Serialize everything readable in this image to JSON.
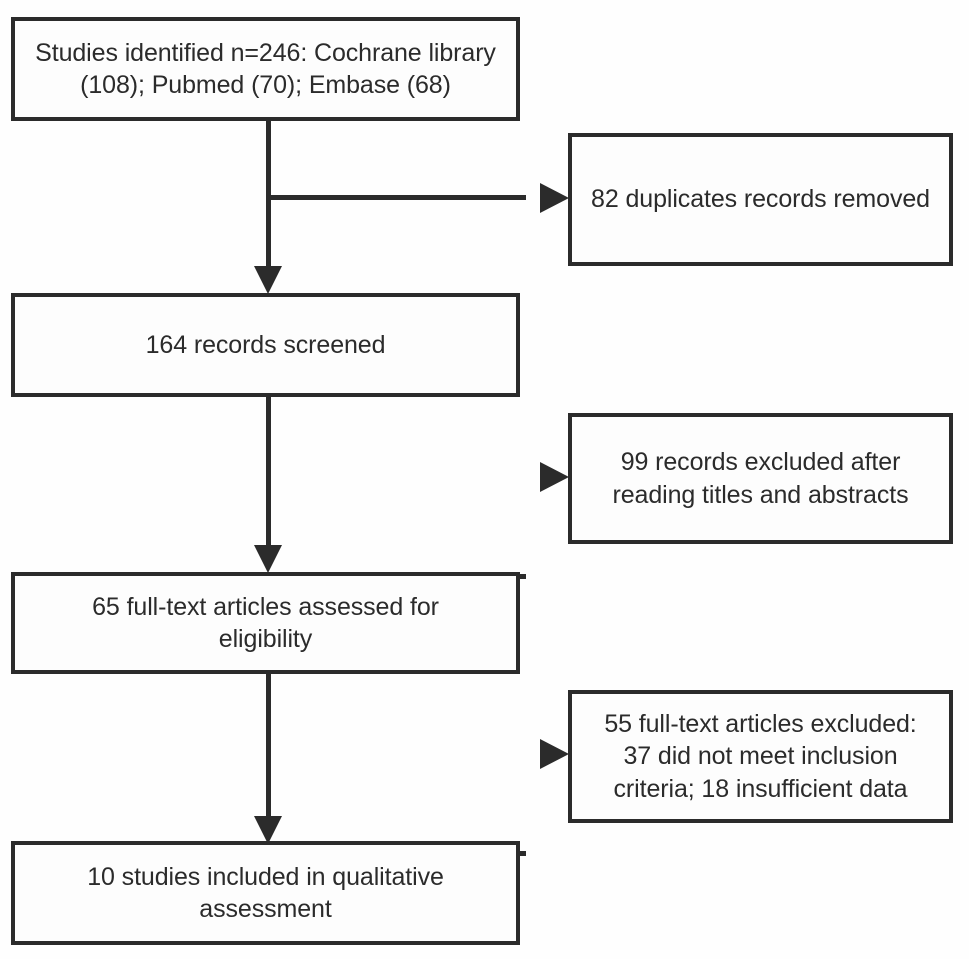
{
  "diagram": {
    "type": "prisma-flow-diagram",
    "colors": {
      "line": "#2b2b2b",
      "text": "#2b2b2b",
      "box_fill": "#fdfdfd",
      "background": "#ffffff"
    },
    "nodes": {
      "identified": {
        "label": "Studies identified n=246: Cochrane library\n(108); Pubmed (70); Embase (68)",
        "count": 246,
        "sources": [
          {
            "name": "Cochrane library",
            "count": 108
          },
          {
            "name": "Pubmed",
            "count": 70
          },
          {
            "name": "Embase",
            "count": 68
          }
        ]
      },
      "duplicates": {
        "label": "82 duplicates records removed",
        "count": 82
      },
      "screened": {
        "label": "164 records screened",
        "count": 164
      },
      "excluded_titles_abstracts": {
        "label": "99 records excluded after\nreading titles and abstracts",
        "count": 99
      },
      "fulltext_assessed": {
        "label": "65 full-text articles assessed for\neligibility",
        "count": 65
      },
      "excluded_fulltext": {
        "label": "55 full-text articles excluded:\n37 did not meet inclusion\ncriteria; 18 insufficient data",
        "count": 55,
        "reasons": [
          {
            "name": "did not meet inclusion criteria",
            "count": 37
          },
          {
            "name": "insufficient data",
            "count": 18
          }
        ]
      },
      "included": {
        "label": "10 studies included in qualitative\nassessment",
        "count": 10
      }
    },
    "connectors": [
      {
        "name": "identified-to-screened",
        "direction": "down"
      },
      {
        "name": "identified-to-duplicates",
        "direction": "right"
      },
      {
        "name": "screened-to-fulltext",
        "direction": "down"
      },
      {
        "name": "screened-to-excluded-titles-abstracts",
        "direction": "right"
      },
      {
        "name": "fulltext-to-included",
        "direction": "down"
      },
      {
        "name": "fulltext-to-excluded-fulltext",
        "direction": "right"
      }
    ]
  }
}
